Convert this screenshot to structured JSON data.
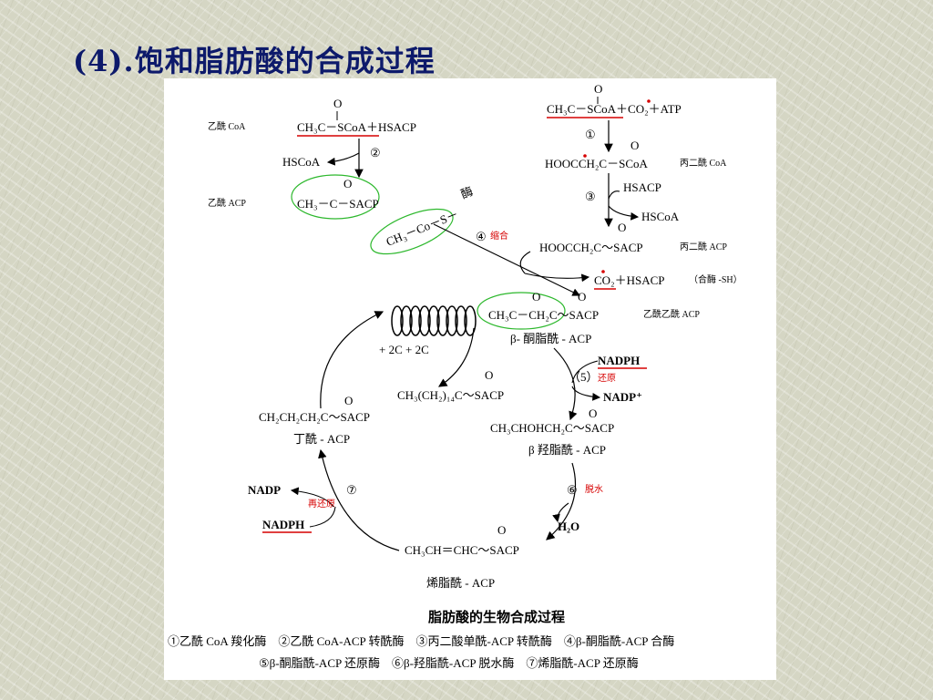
{
  "slide_title": "(4).饱和脂肪酸的合成过程",
  "labels": {
    "acetyl_coa": "乙酰 CoA",
    "acetyl_acp": "乙酰 ACP",
    "malonyl_coa": "丙二酰 CoA",
    "malonyl_acp": "丙二酰 ACP",
    "acetoacetyl_acp": "乙酰乙酰 ACP",
    "condensation_enzyme": "（合酶 -SH）",
    "condense": "缩合",
    "reduce": "还原",
    "dehydrate": "脱水",
    "re_reduce": "再还原",
    "beta_keto": "β- 酮脂酰 - ACP",
    "beta_hydroxy": "β 羟脂酰 - ACP",
    "enoyl": "烯脂酰 - ACP",
    "butyryl": "丁酰 - ACP",
    "plus_2c": "+ 2C + 2C",
    "enzyme": "酶"
  },
  "formulas": {
    "acetyl_coa_eq": "CH₃C－SCoA＋HSACP",
    "hscoa_1": "HSCoA",
    "acetyl_acp_f": "CH₃－C－SACP",
    "malonyl_eq": "CH₃C－SCoA＋CO₂＋ATP",
    "malonyl_coa_f": "HOOCCH₂C－SCoA",
    "hsacp_1": "HSACP",
    "hscoa_2": "HSCoA",
    "malonyl_acp_f": "HOOCCH₂C～SACP",
    "co2_hsacp": "CO₂＋HSACP",
    "enzyme_bound": "CH₃－Co－S－",
    "acetoacetyl_f": "CH₃C－CH₂C～SACP",
    "palmitoyl_f": "CH₃(CH₂)₁₄C～SACP",
    "nadph_1": "NADPH",
    "nadp_1": "NADP⁺",
    "hydroxy_f": "CH₃CHOHCH₂C～SACP",
    "butyryl_f": "CH₂CH₂CH₂C～SACP",
    "nadp_2": "NADP",
    "nadph_2": "NADPH",
    "h2o": "H₂O",
    "enoyl_f": "CH₃CH＝CHC～SACP",
    "o": "O"
  },
  "steps": {
    "s1": "①",
    "s2": "②",
    "s3": "③",
    "s4": "④",
    "s5": "（5）",
    "s6": "⑥",
    "s7": "⑦"
  },
  "caption": {
    "title": "脂肪酸的生物合成过程",
    "line1": "①乙酰 CoA 羧化酶　②乙酰 CoA-ACP 转酰酶　③丙二酸单酰-ACP 转酰酶　④β-酮脂酰-ACP 合酶",
    "line2": "⑤β-酮脂酰-ACP 还原酶　⑥β-羟脂酰-ACP 脱水酶　⑦烯脂酰-ACP 还原酶"
  },
  "colors": {
    "title": "#0d1a6b",
    "highlight": "#d60000",
    "sulfur_blue": "#1a8cd8",
    "ring": "#2db82d"
  }
}
